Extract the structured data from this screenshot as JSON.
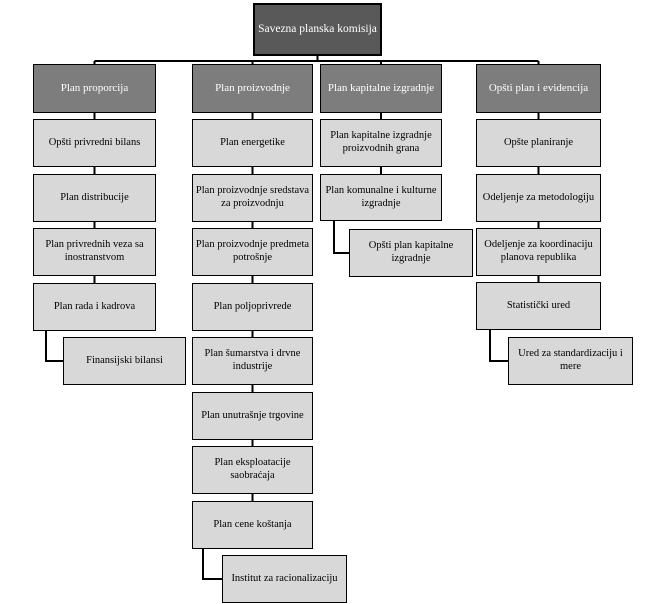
{
  "root": {
    "label": "Savezna planska komisija"
  },
  "columns": [
    {
      "header": "Plan proporcija",
      "items": [
        "Opšti privredni bilans",
        "Plan distribucije",
        "Plan privrednih veza sa inostranstvom",
        "Plan rada i kadrova"
      ],
      "sub_item": "Finansijski bilansi"
    },
    {
      "header": "Plan proizvodnje",
      "items": [
        "Plan energetike",
        "Plan proizvodnje sredstava za proizvodnju",
        "Plan proizvodnje predmeta potrošnje",
        "Plan poljoprivrede",
        "Plan šumarstva i drvne industrije",
        "Plan unutrašnje trgovine",
        "Plan eksploatacije saobraćaja",
        "Plan cene koštanja"
      ],
      "sub_item": "Institut za racionalizaciju"
    },
    {
      "header": "Plan kapitalne izgradnje",
      "items": [
        "Plan kapitalne izgradnje proizvodnih grana",
        "Plan komunalne i kulturne izgradnje"
      ],
      "sub_item": "Opšti plan kapitalne izgradnje"
    },
    {
      "header": "Opšti plan i evidencija",
      "items": [
        "Opšte planiranje",
        "Odeljenje za metodologiju",
        "Odeljenje za koordinaciju planova republika",
        "Statistički ured"
      ],
      "sub_item": "Ured za standardizaciju i mere"
    }
  ],
  "colors": {
    "root_fill": "#595959",
    "header_fill": "#7d7d7d",
    "item_fill": "#d8d8d8",
    "border": "#000000",
    "line": "#000000",
    "text_dark_bg": "#ffffff",
    "text_light_bg": "#000000"
  }
}
